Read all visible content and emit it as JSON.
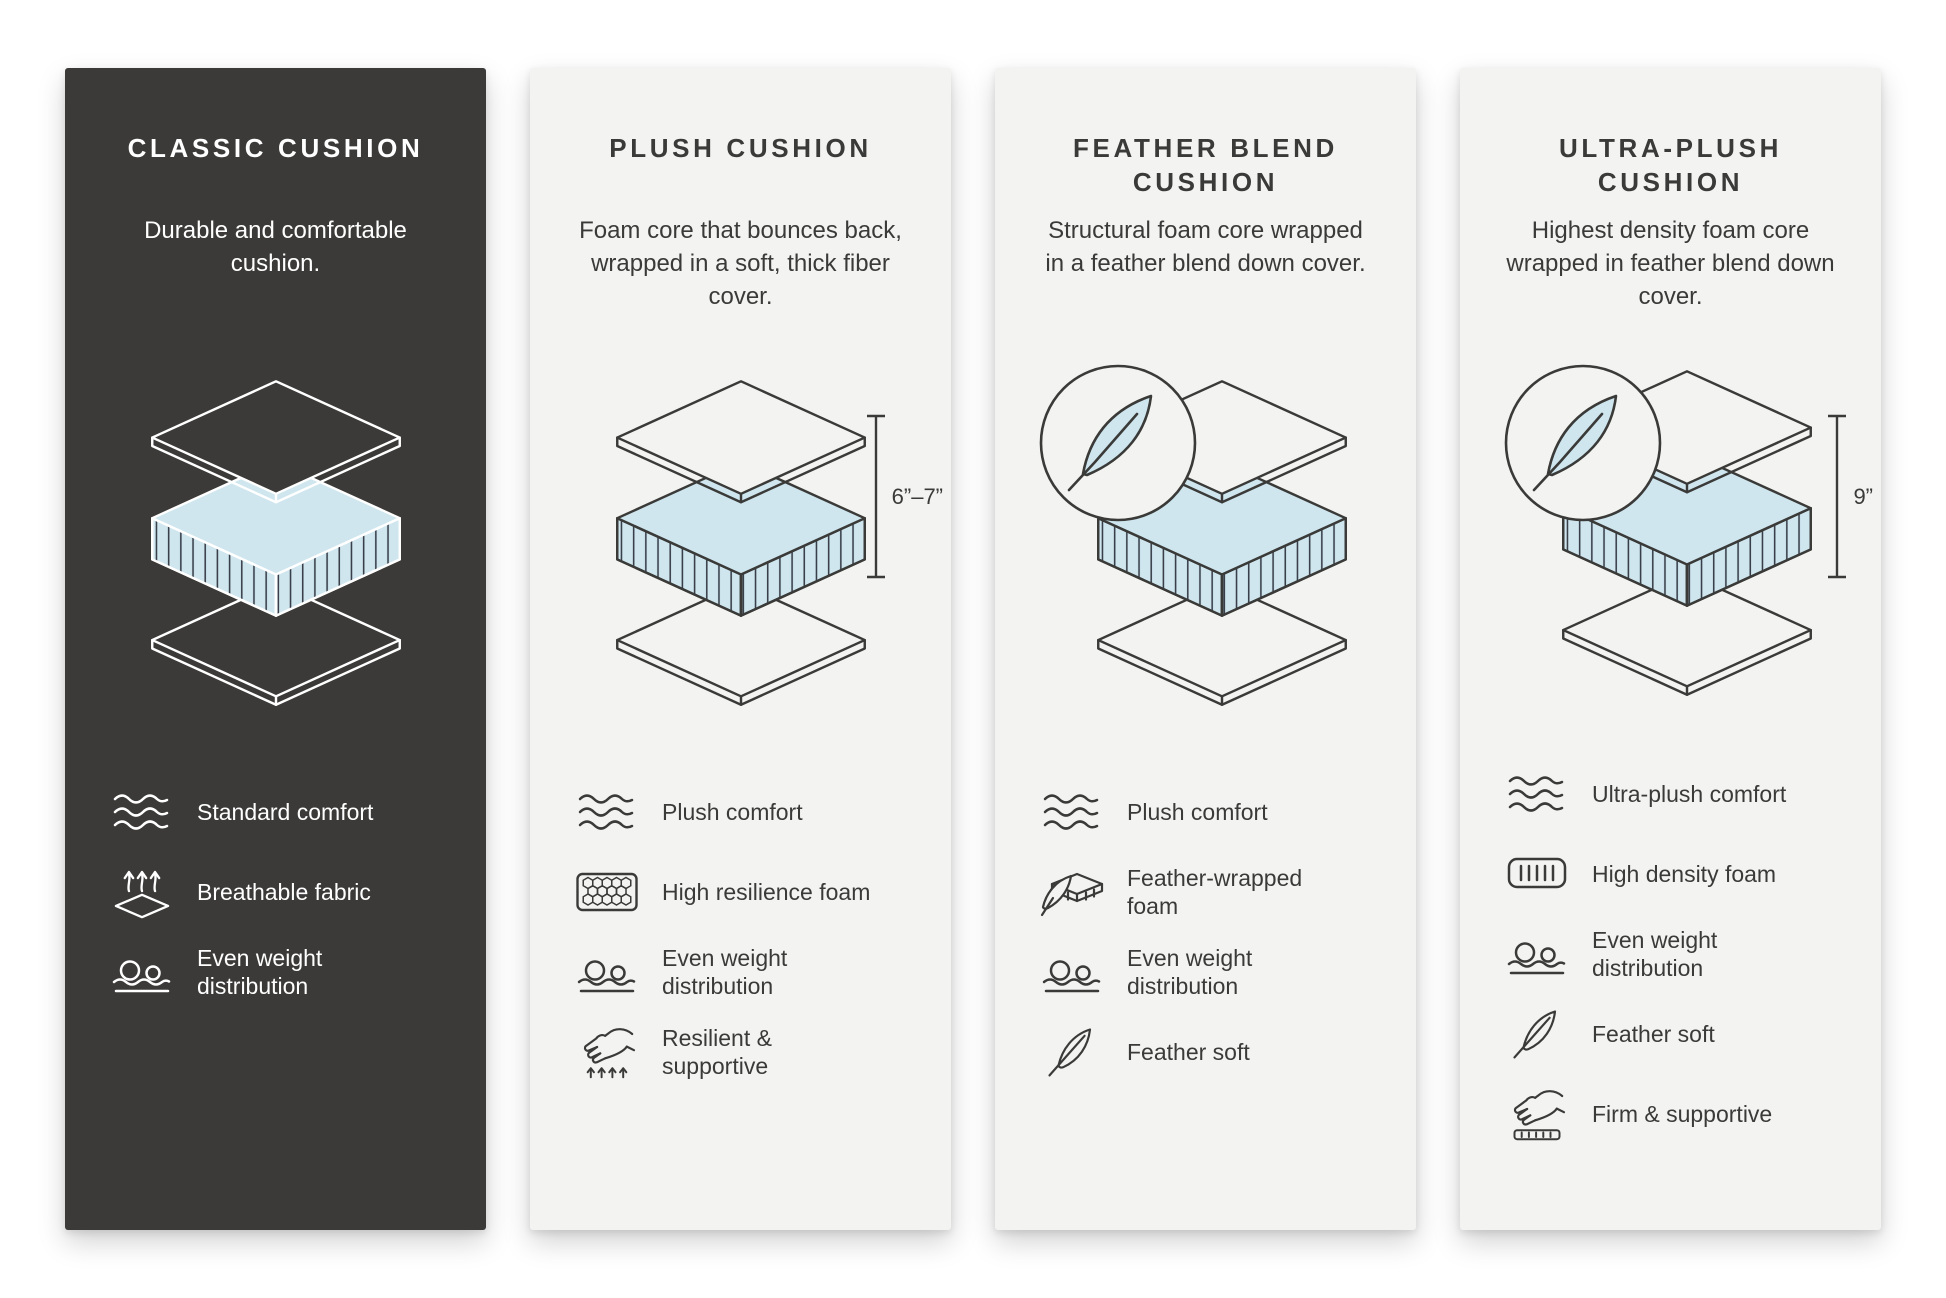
{
  "colors": {
    "page_background": "#ffffff",
    "dark_panel_background": "#3b3a38",
    "light_panel_background": "#f3f3f1",
    "foam_blue": "#cfe6ef",
    "hatch_stroke": "#39404a",
    "text_dark": "#3a3a38",
    "text_light": "#ffffff"
  },
  "panels": [
    {
      "id": "classic-cushion",
      "theme": "dark",
      "title": "CLASSIC CUSHION",
      "description": "Durable and comfortable cushion.",
      "measurement": null,
      "has_feather_badge": false,
      "features": [
        {
          "icon": "waves-icon",
          "label": "Standard comfort"
        },
        {
          "icon": "breathable-icon",
          "label": "Breathable fabric"
        },
        {
          "icon": "weight-distribution-icon",
          "label": "Even weight distribution"
        }
      ]
    },
    {
      "id": "plush-cushion",
      "theme": "light",
      "title": "PLUSH CUSHION",
      "description": "Foam core that bounces back, wrapped in a soft, thick fiber cover.",
      "measurement": "6”–7”",
      "has_feather_badge": false,
      "features": [
        {
          "icon": "waves-icon",
          "label": "Plush comfort"
        },
        {
          "icon": "honeycomb-icon",
          "label": "High resilience foam"
        },
        {
          "icon": "weight-distribution-icon",
          "label": "Even weight distribution"
        },
        {
          "icon": "hand-press-icon",
          "label": "Resilient & supportive"
        }
      ]
    },
    {
      "id": "feather-blend-cushion",
      "theme": "light",
      "title": "FEATHER BLEND CUSHION",
      "description": "Structural foam core wrapped in a feather blend down cover.",
      "measurement": null,
      "has_feather_badge": true,
      "features": [
        {
          "icon": "waves-icon",
          "label": "Plush comfort"
        },
        {
          "icon": "feather-foam-icon",
          "label": "Feather-wrapped foam"
        },
        {
          "icon": "weight-distribution-icon",
          "label": "Even weight distribution"
        },
        {
          "icon": "feather-icon",
          "label": "Feather soft"
        }
      ]
    },
    {
      "id": "ultra-plush-cushion",
      "theme": "light",
      "title": "ULTRA-PLUSH CUSHION",
      "description": "Highest density foam core wrapped in feather blend down cover.",
      "measurement": "9”",
      "has_feather_badge": true,
      "features": [
        {
          "icon": "waves-icon",
          "label": "Ultra-plush comfort"
        },
        {
          "icon": "density-foam-icon",
          "label": "High density foam"
        },
        {
          "icon": "weight-distribution-icon",
          "label": "Even weight distribution"
        },
        {
          "icon": "feather-icon",
          "label": "Feather soft"
        },
        {
          "icon": "hand-firm-icon",
          "label": "Firm & supportive"
        }
      ]
    }
  ]
}
